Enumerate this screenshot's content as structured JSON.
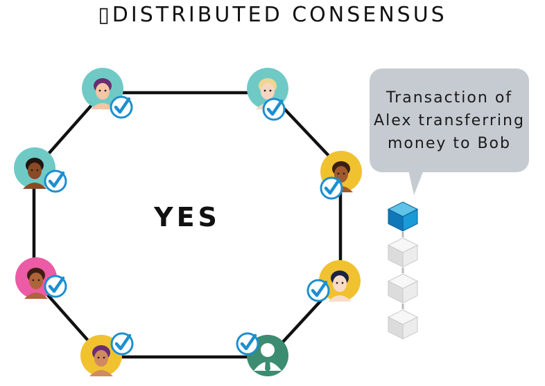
{
  "title": "▯DISTRIBUTED CONSENSUS",
  "verdict": "YES",
  "bubble": {
    "lines": [
      "Transaction of",
      "Alex transferring",
      "money to Bob"
    ]
  },
  "colors": {
    "teal": "#6fcac6",
    "yellow": "#f1c230",
    "pink": "#ec5ba6",
    "green": "#3c8c72",
    "check": "#1c8fd0",
    "block_active": "#1a9ad6",
    "block_idle": "#e6e6e6",
    "bubble": "#c6cbd1"
  },
  "nodes": [
    {
      "id": "node-top-left",
      "bg": "teal",
      "skin": "#f4c6a6",
      "hair": "#6b2d6f"
    },
    {
      "id": "node-top-right",
      "bg": "teal",
      "skin": "#f6d6c0",
      "hair": "#f3d592"
    },
    {
      "id": "node-right-upper",
      "bg": "yellow",
      "skin": "#a35a2c",
      "hair": "#3b1f12"
    },
    {
      "id": "node-right-lower",
      "bg": "yellow",
      "skin": "#f8dcc8",
      "hair": "#1d2342"
    },
    {
      "id": "node-bottom-right",
      "bg": "green",
      "skin": "#ffffff",
      "hair": "#ffffff"
    },
    {
      "id": "node-bottom-left",
      "bg": "yellow",
      "skin": "#d08a5e",
      "hair": "#6b2d6f"
    },
    {
      "id": "node-left-lower",
      "bg": "pink",
      "skin": "#b0643a",
      "hair": "#3b1f12"
    },
    {
      "id": "node-left-upper",
      "bg": "teal",
      "skin": "#8a4a24",
      "hair": "#231410"
    }
  ],
  "blockchain": {
    "blocks": [
      "active",
      "idle",
      "idle",
      "idle"
    ]
  }
}
